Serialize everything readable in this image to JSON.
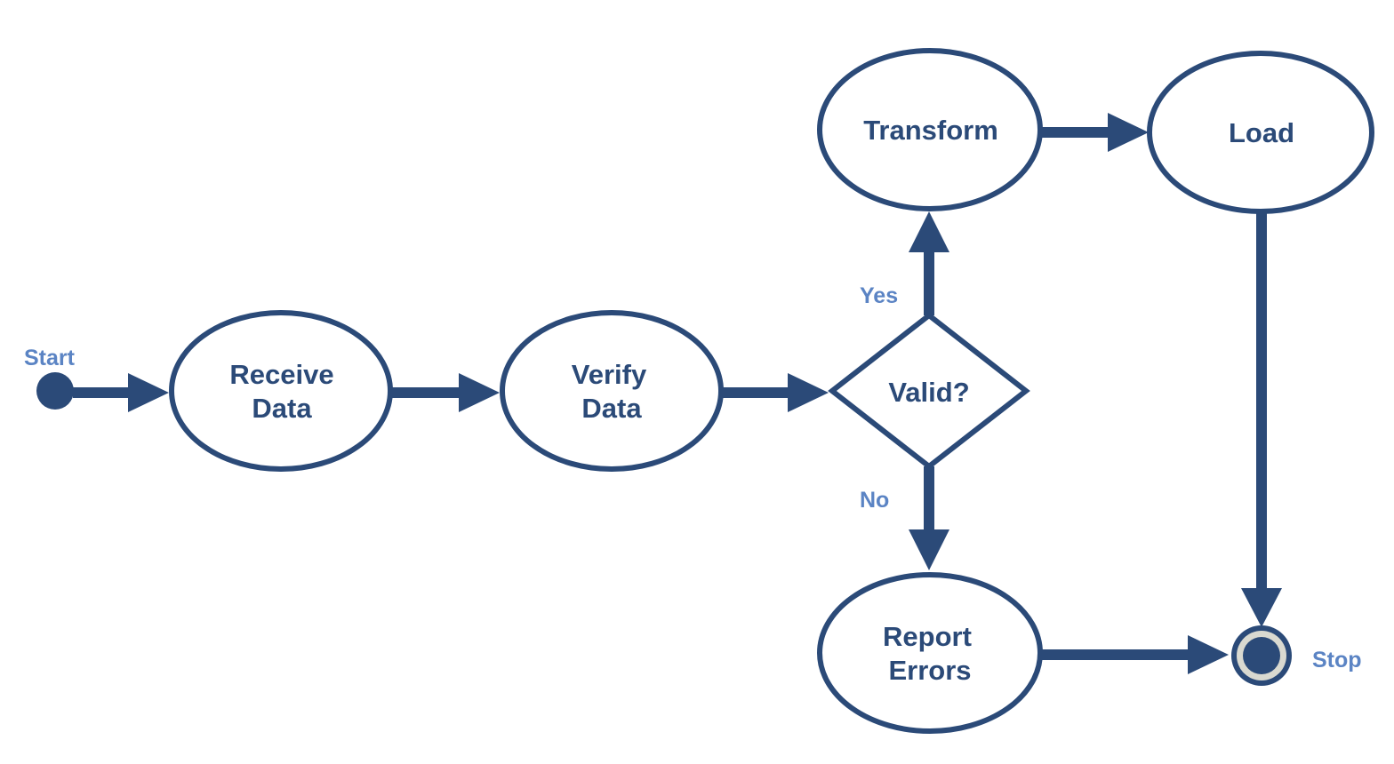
{
  "diagram": {
    "start_label": "Start",
    "stop_label": "Stop",
    "nodes": {
      "receive": {
        "line1": "Receive",
        "line2": "Data"
      },
      "verify": {
        "line1": "Verify",
        "line2": "Data"
      },
      "decision": {
        "label": "Valid?"
      },
      "transform": {
        "label": "Transform"
      },
      "load": {
        "label": "Load"
      },
      "report": {
        "line1": "Report",
        "line2": "Errors"
      }
    },
    "branches": {
      "yes": "Yes",
      "no": "No"
    }
  },
  "colors": {
    "node_stroke": "#2b4a78",
    "text_primary": "#2b4a78",
    "text_secondary": "#5b84c4",
    "stop_ring": "#d9d9d0"
  }
}
